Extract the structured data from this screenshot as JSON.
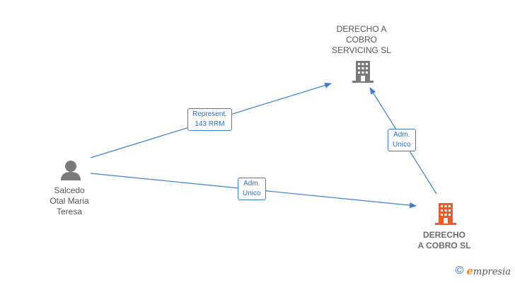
{
  "nodes": {
    "company_top": {
      "label": "DERECHO A\nCOBRO\nSERVICING  SL",
      "icon": "building-icon",
      "color": "#7a7a7a"
    },
    "person": {
      "label": "Salcedo\nOtal Maria\nTeresa",
      "icon": "person-icon",
      "color": "#7a7a7a"
    },
    "company_main": {
      "label": "DERECHO\nA COBRO  SL",
      "icon": "building-icon",
      "color": "#f05a28"
    }
  },
  "edges": [
    {
      "label": "Represent.\n143 RRM"
    },
    {
      "label": "Adm.\nUnico"
    },
    {
      "label": "Adm.\nUnico"
    }
  ],
  "footer": {
    "copyright": "©",
    "brand_initial": "e",
    "brand_rest": "mpresia"
  },
  "colors": {
    "edge": "#3a7fd4",
    "icon_gray": "#7a7a7a",
    "icon_orange": "#f05a28"
  }
}
